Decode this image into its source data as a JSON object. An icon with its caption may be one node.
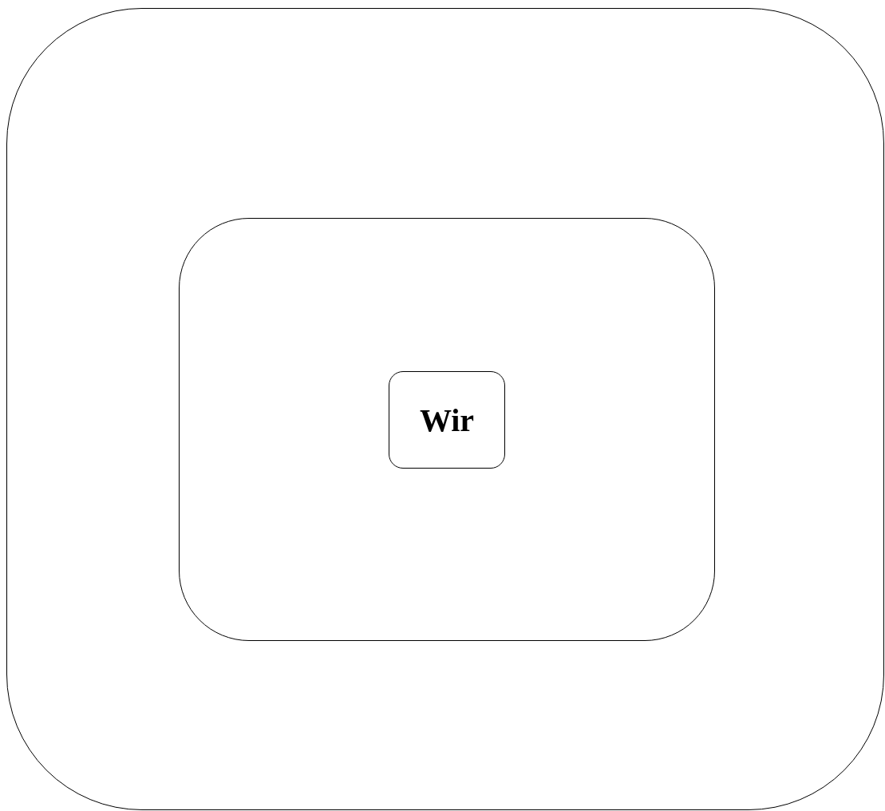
{
  "diagram": {
    "nodes": [
      {
        "text": [],
        "shape": "box"
      },
      {
        "text": [],
        "shape": "box",
        "in": 0
      },
      {
        "text": [
          "Wir"
        ],
        "in": 1
      }
    ]
  }
}
